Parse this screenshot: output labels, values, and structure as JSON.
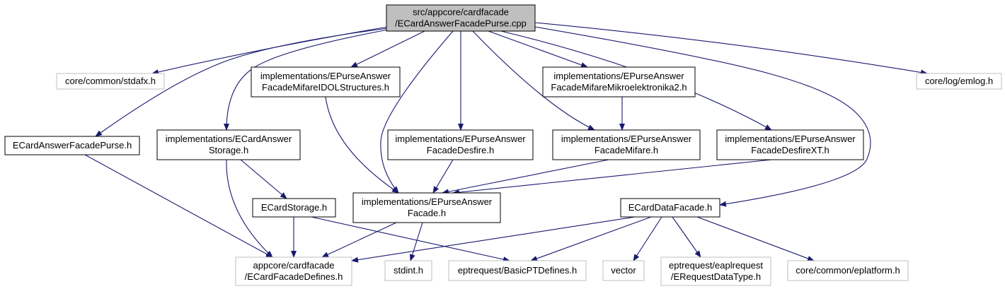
{
  "diagram": {
    "colors": {
      "edge": "#191970",
      "root_fill": "#bfbfbf",
      "node_fill": "#ffffff",
      "node_border": "#000000",
      "external_border": "#bfbfbf",
      "text": "#000000"
    },
    "nodes": {
      "root": {
        "lines": [
          "src/appcore/cardfacade",
          "/ECardAnswerFacadePurse.cpp"
        ],
        "kind": "root"
      },
      "stdafx": {
        "lines": [
          "core/common/stdafx.h"
        ],
        "kind": "external"
      },
      "emlog": {
        "lines": [
          "core/log/emlog.h"
        ],
        "kind": "external"
      },
      "idol": {
        "lines": [
          "implementations/EPurseAnswer",
          "FacadeMifareIDOLStructures.h"
        ],
        "kind": "file"
      },
      "mikro": {
        "lines": [
          "implementations/EPurseAnswer",
          "FacadeMifareMikroelektronika2.h"
        ],
        "kind": "file"
      },
      "purse_h": {
        "lines": [
          "ECardAnswerFacadePurse.h"
        ],
        "kind": "file"
      },
      "storage_ia": {
        "lines": [
          "implementations/ECardAnswer",
          "Storage.h"
        ],
        "kind": "file"
      },
      "desfire": {
        "lines": [
          "implementations/EPurseAnswer",
          "FacadeDesfire.h"
        ],
        "kind": "file"
      },
      "mifare": {
        "lines": [
          "implementations/EPurseAnswer",
          "FacadeMifare.h"
        ],
        "kind": "file"
      },
      "desfirext": {
        "lines": [
          "implementations/EPurseAnswer",
          "FacadeDesfireXT.h"
        ],
        "kind": "file"
      },
      "cstorage": {
        "lines": [
          "ECardStorage.h"
        ],
        "kind": "file"
      },
      "epfacade": {
        "lines": [
          "implementations/EPurseAnswer",
          "Facade.h"
        ],
        "kind": "file"
      },
      "datafacade": {
        "lines": [
          "ECardDataFacade.h"
        ],
        "kind": "file"
      },
      "defines": {
        "lines": [
          "appcore/cardfacade",
          "/ECardFacadeDefines.h"
        ],
        "kind": "external"
      },
      "stdint": {
        "lines": [
          "stdint.h"
        ],
        "kind": "external"
      },
      "basicpt": {
        "lines": [
          "eptrequest/BasicPTDefines.h"
        ],
        "kind": "external"
      },
      "vector": {
        "lines": [
          "vector"
        ],
        "kind": "external"
      },
      "ereqtype": {
        "lines": [
          "eptrequest/eaplrequest",
          "/ERequestDataType.h"
        ],
        "kind": "external"
      },
      "eplatform": {
        "lines": [
          "core/common/eplatform.h"
        ],
        "kind": "external"
      }
    },
    "edges": [
      [
        "root",
        "stdafx"
      ],
      [
        "root",
        "purse_h"
      ],
      [
        "root",
        "storage_ia"
      ],
      [
        "root",
        "idol"
      ],
      [
        "root",
        "desfire"
      ],
      [
        "root",
        "epfacade"
      ],
      [
        "root",
        "mikro"
      ],
      [
        "root",
        "mifare"
      ],
      [
        "root",
        "desfirext"
      ],
      [
        "root",
        "datafacade"
      ],
      [
        "root",
        "emlog"
      ],
      [
        "purse_h",
        "defines"
      ],
      [
        "storage_ia",
        "cstorage"
      ],
      [
        "storage_ia",
        "defines"
      ],
      [
        "idol",
        "epfacade"
      ],
      [
        "desfire",
        "epfacade"
      ],
      [
        "mifare",
        "epfacade"
      ],
      [
        "desfirext",
        "epfacade"
      ],
      [
        "mikro",
        "mifare"
      ],
      [
        "cstorage",
        "defines"
      ],
      [
        "cstorage",
        "basicpt"
      ],
      [
        "epfacade",
        "defines"
      ],
      [
        "epfacade",
        "stdint"
      ],
      [
        "datafacade",
        "defines"
      ],
      [
        "datafacade",
        "basicpt"
      ],
      [
        "datafacade",
        "vector"
      ],
      [
        "datafacade",
        "ereqtype"
      ],
      [
        "datafacade",
        "eplatform"
      ]
    ]
  }
}
